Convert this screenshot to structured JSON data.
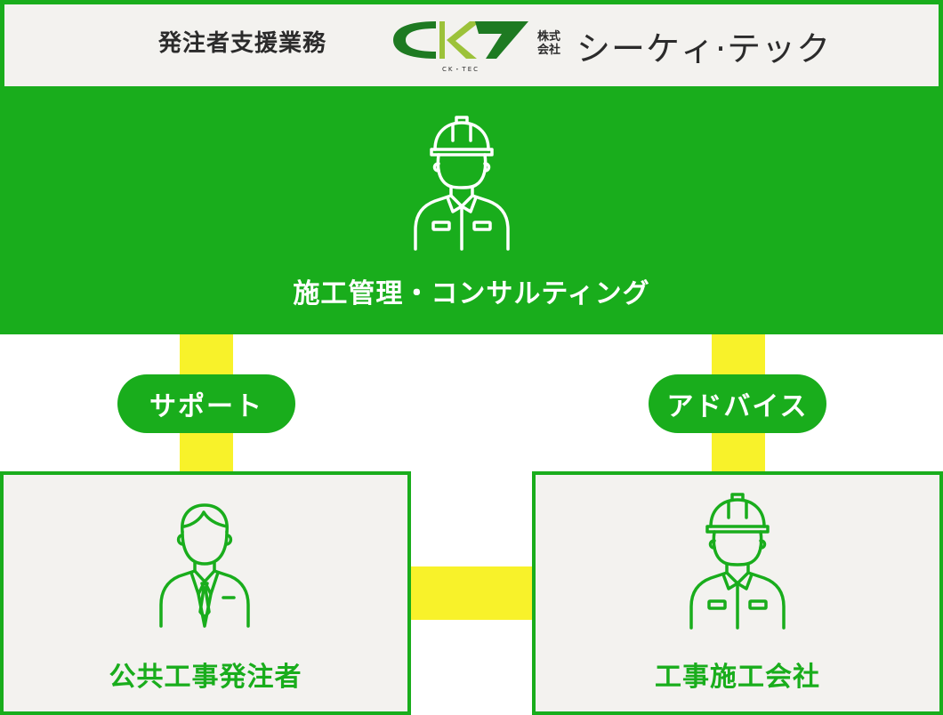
{
  "header": {
    "title": "発注者支援業務",
    "logo_text": "CK・TEC",
    "company_prefix": "株式会社",
    "company_name": "シーケィ·テック"
  },
  "consultant": {
    "label": "施工管理・コンサルティング",
    "icon": "worker-helmet-icon"
  },
  "relations": {
    "left": "サポート",
    "right": "アドバイス"
  },
  "client": {
    "label": "公共工事発注者",
    "icon": "businessman-icon"
  },
  "contractor": {
    "label": "工事施工会社",
    "icon": "worker-helmet-icon"
  },
  "colors": {
    "green": "#19ad1c",
    "yellow": "#f8f22a",
    "panel": "#f3f2ef"
  }
}
